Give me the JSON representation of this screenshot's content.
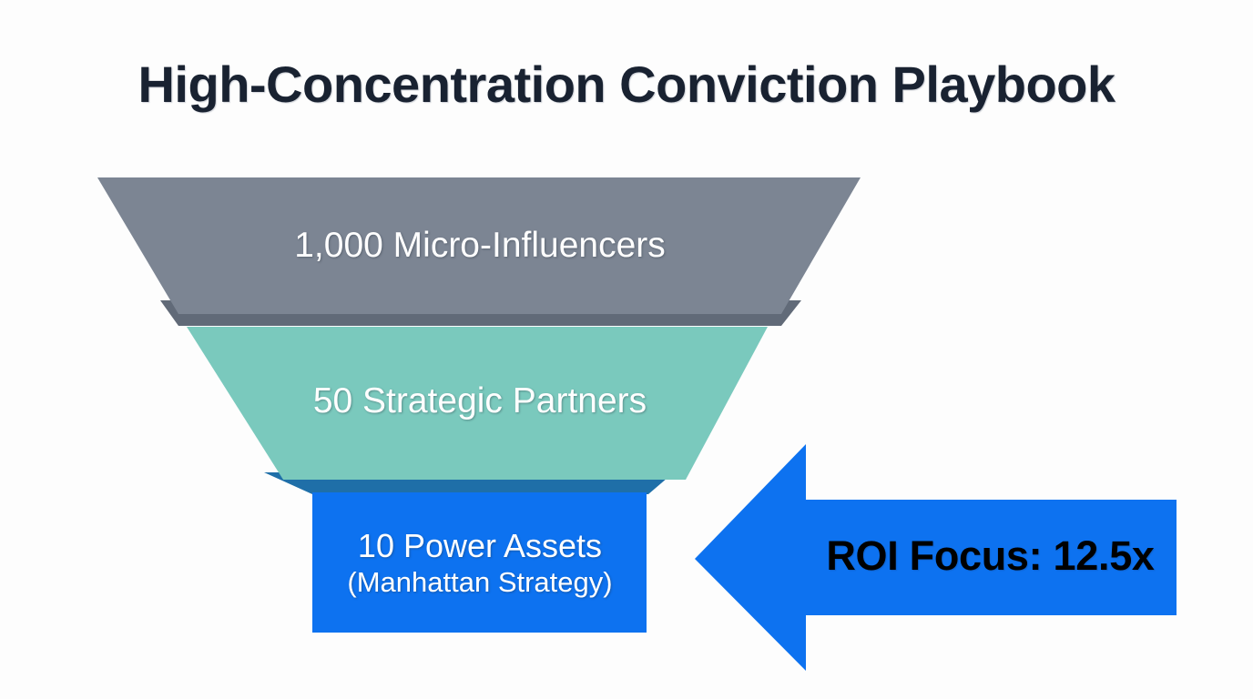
{
  "page": {
    "title": "High-Concentration Conviction Playbook",
    "background_color": "#fdfdfd"
  },
  "chart_data": {
    "type": "funnel",
    "title": "High-Concentration Conviction Playbook",
    "stages": [
      {
        "label": "1,000 Micro-Influencers",
        "value": 1000,
        "entity": "Micro-Influencers",
        "color": "#7c8593",
        "shadow_color": "#616a78",
        "text_color": "#ffffff"
      },
      {
        "label": "50 Strategic Partners",
        "value": 50,
        "entity": "Strategic Partners",
        "color": "#7ac9bd",
        "shadow_color": "#1f6fa8",
        "text_color": "#ffffff"
      },
      {
        "label": "10 Power Assets",
        "sublabel": "(Manhattan Strategy)",
        "value": 10,
        "entity": "Power Assets",
        "color": "#0d72f0",
        "shadow_color": "#1f6fa8",
        "text_color": "#ffffff"
      }
    ],
    "annotation": {
      "label": "ROI Focus: 12.5x",
      "metric": "ROI Focus",
      "value": "12.5x",
      "shape": "left-arrow",
      "color": "#0d72f0",
      "text_color": "#000000",
      "points_to": "10 Power Assets"
    },
    "legend": null,
    "grid": false
  }
}
